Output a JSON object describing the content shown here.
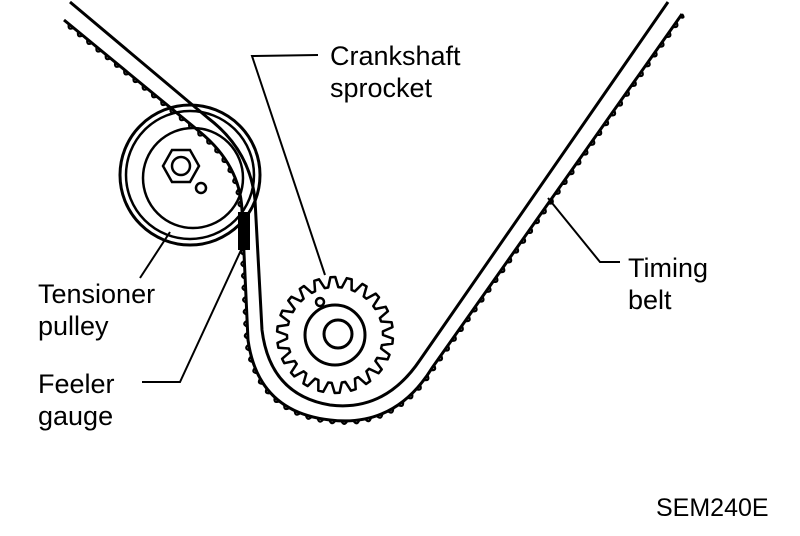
{
  "labels": {
    "crankshaft_sprocket": [
      "Crankshaft",
      "sprocket"
    ],
    "timing_belt": [
      "Timing",
      "belt"
    ],
    "tensioner_pulley": [
      "Tensioner",
      "pulley"
    ],
    "feeler_gauge": [
      "Feeler",
      "gauge"
    ],
    "figure_code": "SEM240E"
  },
  "colors": {
    "ink": "#000000",
    "paper": "#ffffff"
  }
}
